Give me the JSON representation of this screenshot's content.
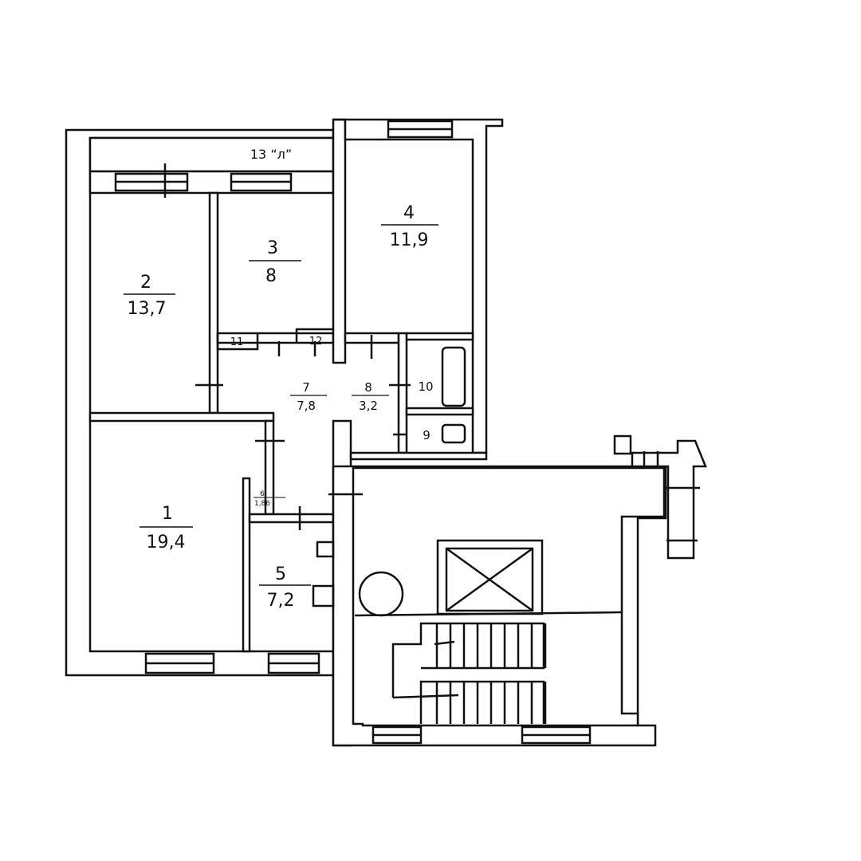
{
  "plan": {
    "balcony_label": "13 “л”",
    "rooms": [
      {
        "number": "1",
        "area": "19,4"
      },
      {
        "number": "2",
        "area": "13,7"
      },
      {
        "number": "3",
        "area": "8"
      },
      {
        "number": "4",
        "area": "11,9"
      },
      {
        "number": "5",
        "area": "7,2"
      },
      {
        "number": "6",
        "area": "1,86"
      },
      {
        "number": "7",
        "area": "7,8"
      },
      {
        "number": "8",
        "area": "3,2"
      }
    ],
    "small_rooms": [
      "9",
      "10",
      "11",
      "12"
    ]
  },
  "colors": {
    "line": "#111111",
    "background": "#ffffff"
  }
}
